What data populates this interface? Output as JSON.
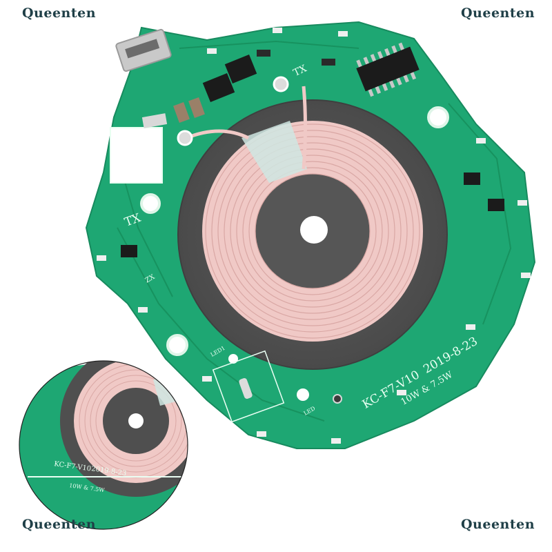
{
  "watermarks": {
    "top_left": "Queenten",
    "top_right": "Queenten",
    "bottom_left": "Queenten",
    "bottom_right": "Queenten"
  },
  "board": {
    "model": "KC-F7-V10",
    "date": "2019-8-23",
    "power": "10W & 7.5W",
    "tx_label": "TX",
    "tx_label_top": "TX",
    "zx_label": "ZX",
    "led_label_1": "LED1",
    "led_label_2": "LED"
  },
  "inset": {
    "model": "KC-F7-V10",
    "date": "2019-8-23",
    "power": "10W & 7.5W"
  },
  "colors": {
    "pcb_green": "#1ea773",
    "coil_copper": "#f0c9c6",
    "ferrite": "#565656",
    "silkscreen": "#eafff4"
  }
}
